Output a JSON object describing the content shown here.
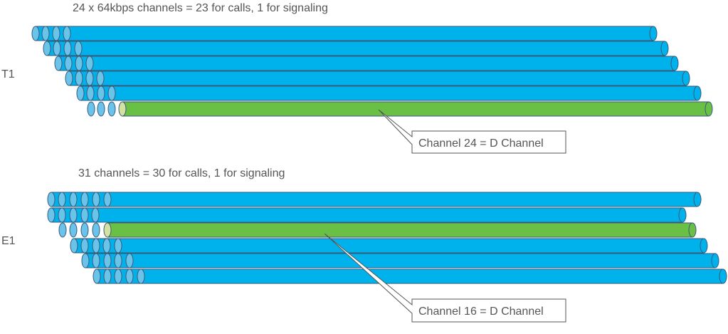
{
  "t1": {
    "caption": "24 x 64kbps channels = 23 for calls, 1 for signaling",
    "label": "T1",
    "callout": "Channel 24 = D Channel"
  },
  "e1": {
    "caption": "31 channels = 30 for calls, 1 for signaling",
    "label": "E1",
    "callout": "Channel 16 = D Channel"
  },
  "colors": {
    "voice_channel": "#00b2ec",
    "voice_channel_end": "#6ac3e8",
    "d_channel": "#6abf45",
    "d_channel_end": "#d3e2a0",
    "outline": "#3a5a7a"
  }
}
